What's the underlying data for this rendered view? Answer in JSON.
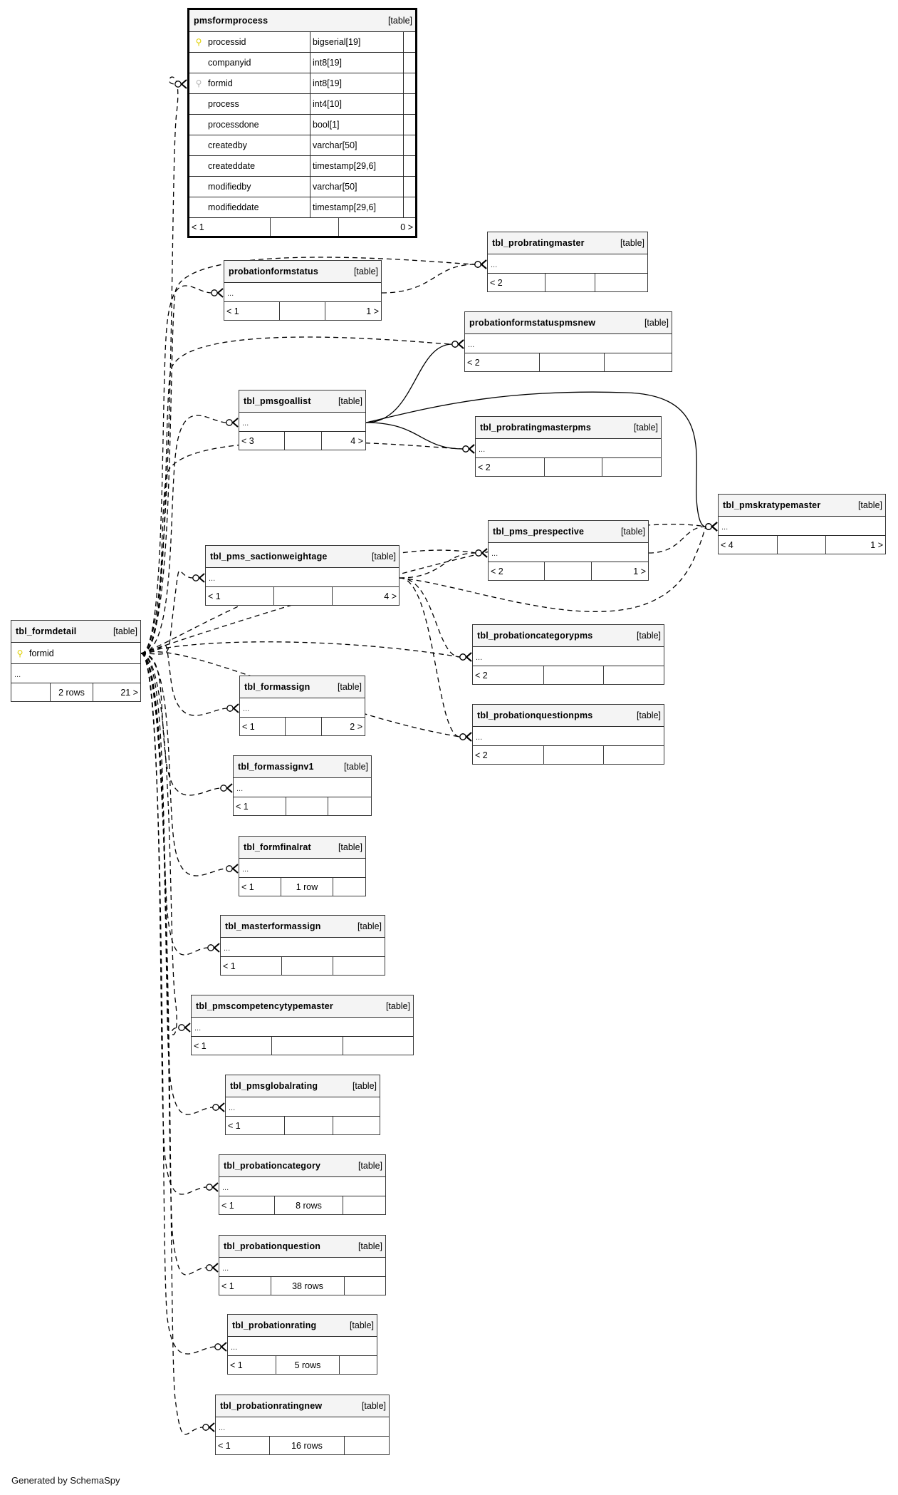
{
  "footer": {
    "credit": "Generated by SchemaSpy"
  },
  "kind_label": "[table]",
  "focus_table": {
    "name": "pmsformprocess",
    "columns": [
      {
        "name": "processid",
        "type": "bigserial[19]",
        "key": "primary"
      },
      {
        "name": "companyid",
        "type": "int8[19]",
        "key": ""
      },
      {
        "name": "formid",
        "type": "int8[19]",
        "key": "foreign"
      },
      {
        "name": "process",
        "type": "int4[10]",
        "key": ""
      },
      {
        "name": "processdone",
        "type": "bool[1]",
        "key": ""
      },
      {
        "name": "createdby",
        "type": "varchar[50]",
        "key": ""
      },
      {
        "name": "createddate",
        "type": "timestamp[29,6]",
        "key": ""
      },
      {
        "name": "modifiedby",
        "type": "varchar[50]",
        "key": ""
      },
      {
        "name": "modifieddate",
        "type": "timestamp[29,6]",
        "key": ""
      }
    ],
    "footer": {
      "parents": "< 1",
      "rows": "",
      "children": "0 >"
    }
  },
  "tables": [
    {
      "id": "tbl_formdetail",
      "name": "tbl_formdetail",
      "columns": [
        {
          "name": "formid",
          "key": "primary"
        }
      ],
      "more": "...",
      "footer": {
        "parents": "",
        "rows": "2 rows",
        "children": "21 >"
      }
    },
    {
      "id": "probationformstatus",
      "name": "probationformstatus",
      "more": "...",
      "footer": {
        "parents": "< 1",
        "rows": "",
        "children": "1 >"
      }
    },
    {
      "id": "tbl_probratingmaster",
      "name": "tbl_probratingmaster",
      "more": "...",
      "footer": {
        "parents": "< 2",
        "rows": "",
        "children": ""
      }
    },
    {
      "id": "probationformstatuspmsnew",
      "name": "probationformstatuspmsnew",
      "more": "...",
      "footer": {
        "parents": "< 2",
        "rows": "",
        "children": ""
      }
    },
    {
      "id": "tbl_pmsgoallist",
      "name": "tbl_pmsgoallist",
      "more": "...",
      "footer": {
        "parents": "< 3",
        "rows": "",
        "children": "4 >"
      }
    },
    {
      "id": "tbl_probratingmasterpms",
      "name": "tbl_probratingmasterpms",
      "more": "...",
      "footer": {
        "parents": "< 2",
        "rows": "",
        "children": ""
      }
    },
    {
      "id": "tbl_pmskratypemaster",
      "name": "tbl_pmskratypemaster",
      "more": "...",
      "footer": {
        "parents": "< 4",
        "rows": "",
        "children": "1 >"
      }
    },
    {
      "id": "tbl_pms_prespective",
      "name": "tbl_pms_prespective",
      "more": "...",
      "footer": {
        "parents": "< 2",
        "rows": "",
        "children": "1 >"
      }
    },
    {
      "id": "tbl_pms_sactionweightage",
      "name": "tbl_pms_sactionweightage",
      "more": "...",
      "footer": {
        "parents": "< 1",
        "rows": "",
        "children": "4 >"
      }
    },
    {
      "id": "tbl_probationcategorypms",
      "name": "tbl_probationcategorypms",
      "more": "...",
      "footer": {
        "parents": "< 2",
        "rows": "",
        "children": ""
      }
    },
    {
      "id": "tbl_probationquestionpms",
      "name": "tbl_probationquestionpms",
      "more": "...",
      "footer": {
        "parents": "< 2",
        "rows": "",
        "children": ""
      }
    },
    {
      "id": "tbl_formassign",
      "name": "tbl_formassign",
      "more": "...",
      "footer": {
        "parents": "< 1",
        "rows": "",
        "children": "2 >"
      }
    },
    {
      "id": "tbl_formassignv1",
      "name": "tbl_formassignv1",
      "more": "...",
      "footer": {
        "parents": "< 1",
        "rows": "",
        "children": ""
      }
    },
    {
      "id": "tbl_formfinalrat",
      "name": "tbl_formfinalrat",
      "more": "...",
      "footer": {
        "parents": "< 1",
        "rows": "1 row",
        "children": ""
      }
    },
    {
      "id": "tbl_masterformassign",
      "name": "tbl_masterformassign",
      "more": "...",
      "footer": {
        "parents": "< 1",
        "rows": "",
        "children": ""
      }
    },
    {
      "id": "tbl_pmscompetencytypemaster",
      "name": "tbl_pmscompetencytypemaster",
      "more": "...",
      "footer": {
        "parents": "< 1",
        "rows": "",
        "children": ""
      }
    },
    {
      "id": "tbl_pmsglobalrating",
      "name": "tbl_pmsglobalrating",
      "more": "...",
      "footer": {
        "parents": "< 1",
        "rows": "",
        "children": ""
      }
    },
    {
      "id": "tbl_probationcategory",
      "name": "tbl_probationcategory",
      "more": "...",
      "footer": {
        "parents": "< 1",
        "rows": "8 rows",
        "children": ""
      }
    },
    {
      "id": "tbl_probationquestion",
      "name": "tbl_probationquestion",
      "more": "...",
      "footer": {
        "parents": "< 1",
        "rows": "38 rows",
        "children": ""
      }
    },
    {
      "id": "tbl_probationrating",
      "name": "tbl_probationrating",
      "more": "...",
      "footer": {
        "parents": "< 1",
        "rows": "5 rows",
        "children": ""
      }
    },
    {
      "id": "tbl_probationratingnew",
      "name": "tbl_probationratingnew",
      "more": "...",
      "footer": {
        "parents": "< 1",
        "rows": "16 rows",
        "children": ""
      }
    }
  ],
  "relationships": [
    {
      "from": "tbl_formdetail",
      "to": "pmsformprocess",
      "style": "dashed"
    },
    {
      "from": "tbl_formdetail",
      "to": "probationformstatus",
      "style": "dashed"
    },
    {
      "from": "tbl_formdetail",
      "to": "tbl_probratingmaster",
      "style": "dashed"
    },
    {
      "from": "tbl_formdetail",
      "to": "probationformstatuspmsnew",
      "style": "dashed"
    },
    {
      "from": "tbl_formdetail",
      "to": "tbl_pmsgoallist",
      "style": "dashed"
    },
    {
      "from": "tbl_formdetail",
      "to": "tbl_probratingmasterpms",
      "style": "dashed"
    },
    {
      "from": "tbl_formdetail",
      "to": "tbl_pmskratypemaster",
      "style": "dashed"
    },
    {
      "from": "tbl_formdetail",
      "to": "tbl_pms_prespective",
      "style": "dashed"
    },
    {
      "from": "tbl_formdetail",
      "to": "tbl_pms_sactionweightage",
      "style": "dashed"
    },
    {
      "from": "tbl_formdetail",
      "to": "tbl_probationcategorypms",
      "style": "dashed"
    },
    {
      "from": "tbl_formdetail",
      "to": "tbl_probationquestionpms",
      "style": "dashed"
    },
    {
      "from": "tbl_formdetail",
      "to": "tbl_formassign",
      "style": "dashed"
    },
    {
      "from": "tbl_formdetail",
      "to": "tbl_formassignv1",
      "style": "dashed"
    },
    {
      "from": "tbl_formdetail",
      "to": "tbl_formfinalrat",
      "style": "dashed"
    },
    {
      "from": "tbl_formdetail",
      "to": "tbl_masterformassign",
      "style": "dashed"
    },
    {
      "from": "tbl_formdetail",
      "to": "tbl_pmscompetencytypemaster",
      "style": "dashed"
    },
    {
      "from": "tbl_formdetail",
      "to": "tbl_pmsglobalrating",
      "style": "dashed"
    },
    {
      "from": "tbl_formdetail",
      "to": "tbl_probationcategory",
      "style": "dashed"
    },
    {
      "from": "tbl_formdetail",
      "to": "tbl_probationquestion",
      "style": "dashed"
    },
    {
      "from": "tbl_formdetail",
      "to": "tbl_probationrating",
      "style": "dashed"
    },
    {
      "from": "tbl_formdetail",
      "to": "tbl_probationratingnew",
      "style": "dashed"
    },
    {
      "from": "probationformstatus",
      "to": "tbl_probratingmaster",
      "style": "dashed"
    },
    {
      "from": "tbl_pmsgoallist",
      "to": "probationformstatuspmsnew",
      "style": "solid"
    },
    {
      "from": "tbl_pmsgoallist",
      "to": "tbl_probratingmasterpms",
      "style": "solid"
    },
    {
      "from": "tbl_pmsgoallist",
      "to": "tbl_pmskratypemaster",
      "style": "solid"
    },
    {
      "from": "tbl_pms_prespective",
      "to": "tbl_pmskratypemaster",
      "style": "dashed"
    },
    {
      "from": "tbl_pms_sactionweightage",
      "to": "tbl_pms_prespective",
      "style": "dashed"
    },
    {
      "from": "tbl_pms_sactionweightage",
      "to": "tbl_pmskratypemaster",
      "style": "dashed"
    },
    {
      "from": "tbl_pms_sactionweightage",
      "to": "tbl_probationcategorypms",
      "style": "dashed"
    },
    {
      "from": "tbl_pms_sactionweightage",
      "to": "tbl_probationquestionpms",
      "style": "dashed"
    }
  ]
}
